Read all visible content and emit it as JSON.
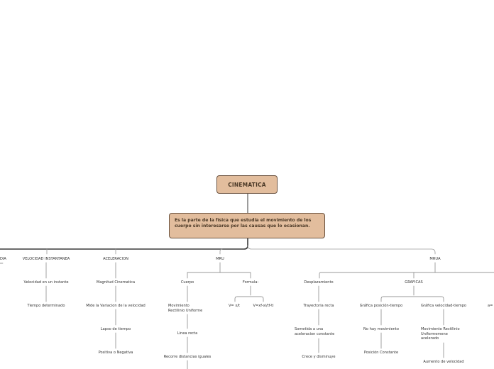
{
  "root": {
    "title": "CINEMATICA"
  },
  "definition": {
    "text": "Es la parte de la física que estudia el movimiento de los cuerpo sin interesarse por las causas que lo ocasionan."
  },
  "branches": {
    "media_partial": "DIA",
    "vel_inst": "VELOCIDAD INSTANTANEA",
    "acel": "ACELERACION",
    "mru": "MRU",
    "mrua": "MRUA"
  },
  "vel_inst": {
    "c1": "Velocidad en un instante",
    "c2": "Tiempo determinado"
  },
  "acel": {
    "c1": "Magnitud Cinematica",
    "c2": "Mide la Variacion de la velocidad",
    "c3": "Lapso de tiempo",
    "c4": "Positiva o Negativa"
  },
  "mru": {
    "cuerpo": "Cuerpo",
    "formula": "Formula:",
    "mov_l1": "Movimiento",
    "mov_l2": "Rectilinio Uniforme",
    "linea": "Linea recta",
    "recorre": "Recorre distancias iguales",
    "f1": "V= x/t",
    "f2": "V=xf-xi/tf-ti"
  },
  "mrua": {
    "desplazamiento": "Desplazamiento",
    "trayectoria": "Trayectoria recta",
    "sometida_l1": "Sometida a una",
    "sometida_l2": "aceleracion constante",
    "crece": "Crece y disminuye",
    "graficas": "GRAFICAS",
    "gpos": "Gráfica posición-tiempo",
    "gvel": "Gráfica velocidad-tiempo",
    "aeq_partial": "a=",
    "nohay": "No hay movimiento",
    "poscte": "Posición Constante",
    "mov_l1": "Movimiento Rectilinio",
    "mov_l2": "Uniformemene",
    "mov_l3": "acelerado",
    "aumento": "Aumento de velocidad"
  },
  "colors": {
    "node_fill": "#e2bd9d",
    "node_border": "#6b5340",
    "node_text": "#4a3826",
    "main_line": "#3a3a3a",
    "branch_line": "#9a9a9a",
    "text": "#333333"
  }
}
